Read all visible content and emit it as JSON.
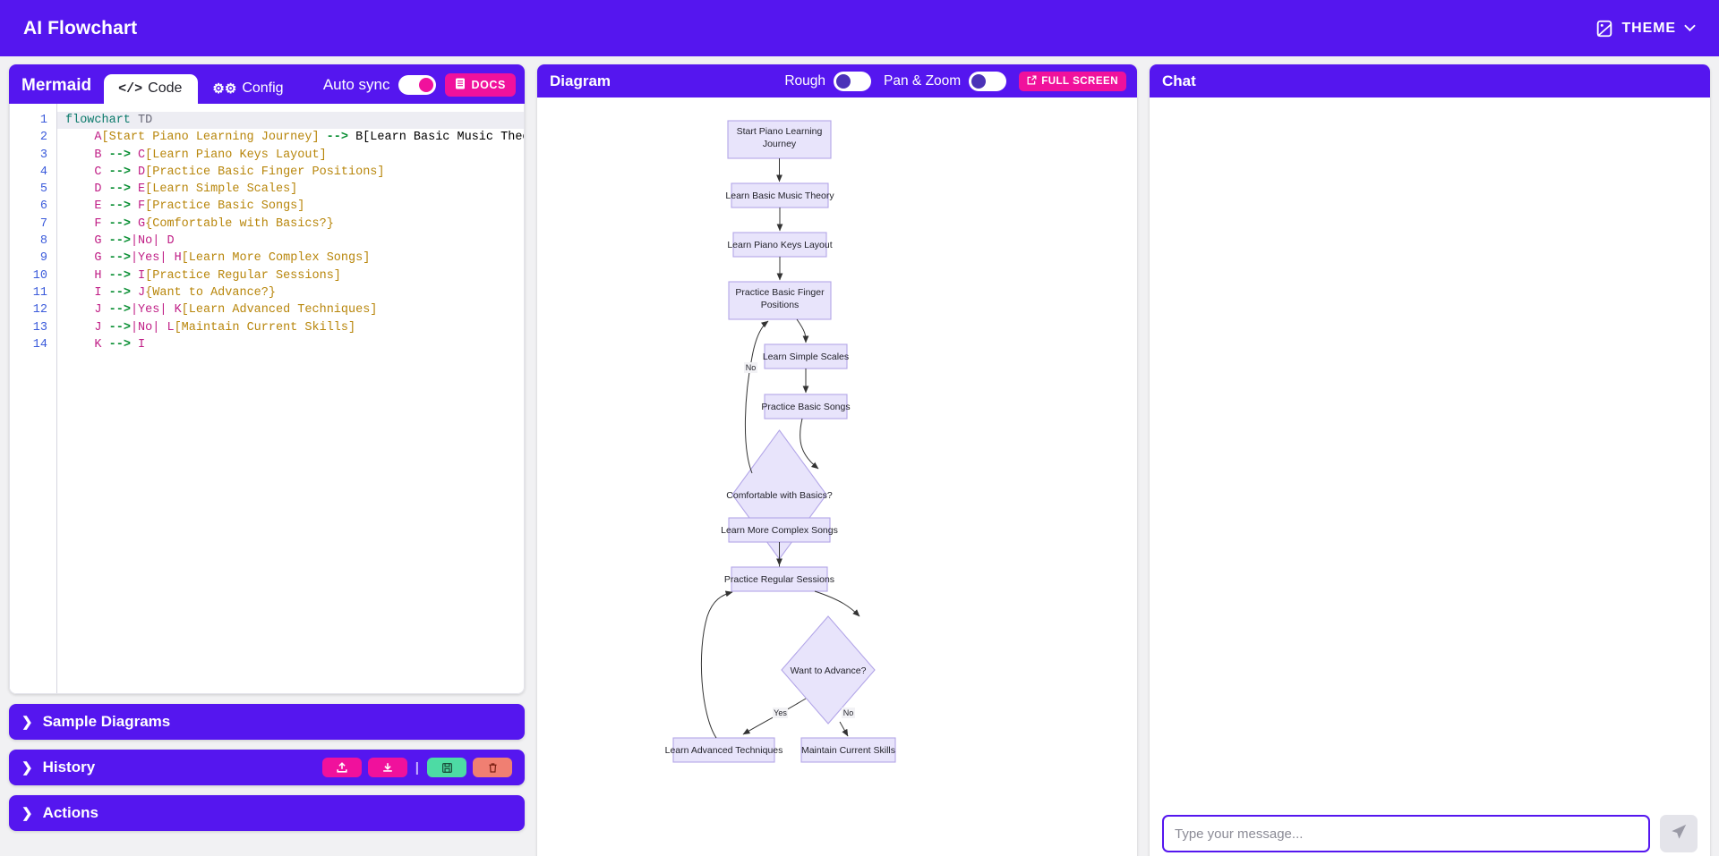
{
  "header": {
    "title": "AI Flowchart",
    "theme_button": {
      "label": "THEME",
      "icon": "palette-icon",
      "chevron": "chevron-down-icon"
    },
    "brand_color": "#5516ef",
    "accent_color": "#f0119c"
  },
  "editor": {
    "panel_label": "Mermaid",
    "tabs": [
      {
        "id": "code",
        "label": "Code",
        "icon": "code-brackets-icon",
        "active": true
      },
      {
        "id": "config",
        "label": "Config",
        "icon": "gears-icon",
        "active": false
      }
    ],
    "auto_sync": {
      "label": "Auto sync",
      "state": "on"
    },
    "docs_button": {
      "label": "DOCS",
      "icon": "book-icon"
    },
    "line_numbers": [
      "1",
      "2",
      "3",
      "4",
      "5",
      "6",
      "7",
      "8",
      "9",
      "10",
      "11",
      "12",
      "13",
      "14"
    ],
    "code_lines": [
      "flowchart TD",
      "    A[Start Piano Learning Journey] --> B[Learn Basic Music Theor",
      "    B --> C[Learn Piano Keys Layout]",
      "    C --> D[Practice Basic Finger Positions]",
      "    D --> E[Learn Simple Scales]",
      "    E --> F[Practice Basic Songs]",
      "    F --> G{Comfortable with Basics?}",
      "    G -->|No| D",
      "    G -->|Yes| H[Learn More Complex Songs]",
      "    H --> I[Practice Regular Sessions]",
      "    I --> J{Want to Advance?}",
      "    J -->|Yes| K[Learn Advanced Techniques]",
      "    J -->|No| L[Maintain Current Skills]",
      "    K --> I"
    ]
  },
  "accordions": [
    {
      "id": "sample-diagrams",
      "label": "Sample Diagrams",
      "chevron": "chevron-right-icon",
      "buttons": []
    },
    {
      "id": "history",
      "label": "History",
      "chevron": "chevron-right-icon",
      "buttons": [
        {
          "name": "upload-button",
          "icon": "upload-icon",
          "color": "#f0119c"
        },
        {
          "name": "download-button",
          "icon": "download-icon",
          "color": "#f0119c"
        },
        {
          "name": "save-button",
          "icon": "save-disk-icon",
          "color": "#4ddba4"
        },
        {
          "name": "delete-button",
          "icon": "trash-icon",
          "color": "#f07f72"
        }
      ]
    },
    {
      "id": "actions",
      "label": "Actions",
      "chevron": "chevron-right-icon",
      "buttons": []
    }
  ],
  "diagram": {
    "title": "Diagram",
    "rough": {
      "label": "Rough",
      "state": "off"
    },
    "pan_zoom": {
      "label": "Pan & Zoom",
      "state": "off"
    },
    "full_screen": {
      "label": "FULL SCREEN",
      "icon": "external-link-icon"
    }
  },
  "chat": {
    "title": "Chat",
    "messages": [],
    "input": {
      "value": "",
      "placeholder": "Type your message..."
    },
    "send_button": {
      "name": "send-button",
      "icon": "paper-plane-icon"
    }
  },
  "chart_data": {
    "type": "diagram",
    "diagram_kind": "flowchart",
    "direction": "TD",
    "title": "Piano Learning Journey",
    "nodes": [
      {
        "id": "A",
        "label": "Start Piano Learning Journey",
        "shape": "rect"
      },
      {
        "id": "B",
        "label": "Learn Basic Music Theory",
        "shape": "rect"
      },
      {
        "id": "C",
        "label": "Learn Piano Keys Layout",
        "shape": "rect"
      },
      {
        "id": "D",
        "label": "Practice Basic Finger Positions",
        "shape": "rect"
      },
      {
        "id": "E",
        "label": "Learn Simple Scales",
        "shape": "rect"
      },
      {
        "id": "F",
        "label": "Practice Basic Songs",
        "shape": "rect"
      },
      {
        "id": "G",
        "label": "Comfortable with Basics?",
        "shape": "diamond"
      },
      {
        "id": "H",
        "label": "Learn More Complex Songs",
        "shape": "rect"
      },
      {
        "id": "I",
        "label": "Practice Regular Sessions",
        "shape": "rect"
      },
      {
        "id": "J",
        "label": "Want to Advance?",
        "shape": "diamond"
      },
      {
        "id": "K",
        "label": "Learn Advanced Techniques",
        "shape": "rect"
      },
      {
        "id": "L",
        "label": "Maintain Current Skills",
        "shape": "rect"
      }
    ],
    "edges": [
      {
        "from": "A",
        "to": "B",
        "label": ""
      },
      {
        "from": "B",
        "to": "C",
        "label": ""
      },
      {
        "from": "C",
        "to": "D",
        "label": ""
      },
      {
        "from": "D",
        "to": "E",
        "label": ""
      },
      {
        "from": "E",
        "to": "F",
        "label": ""
      },
      {
        "from": "F",
        "to": "G",
        "label": ""
      },
      {
        "from": "G",
        "to": "D",
        "label": "No"
      },
      {
        "from": "G",
        "to": "H",
        "label": "Yes"
      },
      {
        "from": "H",
        "to": "I",
        "label": ""
      },
      {
        "from": "I",
        "to": "J",
        "label": ""
      },
      {
        "from": "J",
        "to": "K",
        "label": "Yes"
      },
      {
        "from": "J",
        "to": "L",
        "label": "No"
      },
      {
        "from": "K",
        "to": "I",
        "label": ""
      }
    ],
    "node_fill": "#e8e4fb",
    "node_stroke": "#b3a6e8"
  }
}
